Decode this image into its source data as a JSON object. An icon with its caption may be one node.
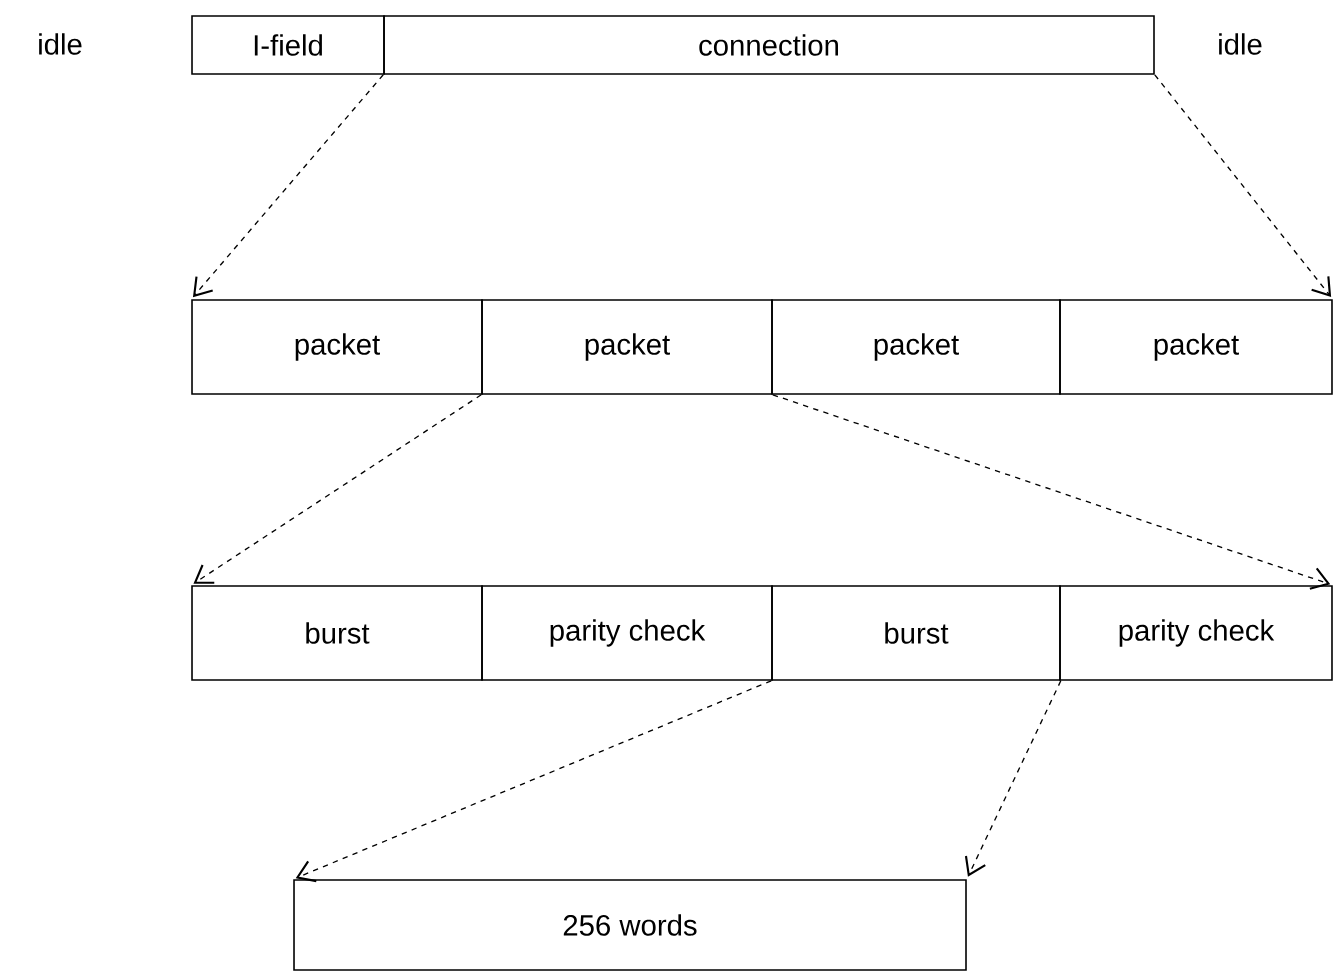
{
  "diagram": {
    "nodes": [
      {
        "text": [
          "I-field"
        ]
      },
      {
        "text": [
          "connection"
        ]
      },
      {
        "text": [
          "packet"
        ]
      },
      {
        "text": [
          "packet"
        ]
      },
      {
        "text": [
          "packet"
        ]
      },
      {
        "text": [
          "packet"
        ]
      },
      {
        "text": [
          "burst"
        ]
      },
      {
        "text": [
          "parity check"
        ]
      },
      {
        "text": [
          "burst"
        ]
      },
      {
        "text": [
          "parity check"
        ]
      },
      {
        "text": [
          "256 words"
        ]
      }
    ],
    "edges": [
      {
        "from": 1,
        "to": 2,
        "arrow": "to"
      },
      {
        "from": 1,
        "to": 5,
        "arrow": "to"
      },
      {
        "from": 3,
        "to": 6,
        "arrow": "to"
      },
      {
        "from": 3,
        "to": 9,
        "arrow": "to"
      },
      {
        "from": 8,
        "to": 10,
        "arrow": "to"
      },
      {
        "from": 8,
        "to": 10,
        "arrow": "to"
      }
    ],
    "labels": [
      "idle",
      "idle"
    ]
  }
}
